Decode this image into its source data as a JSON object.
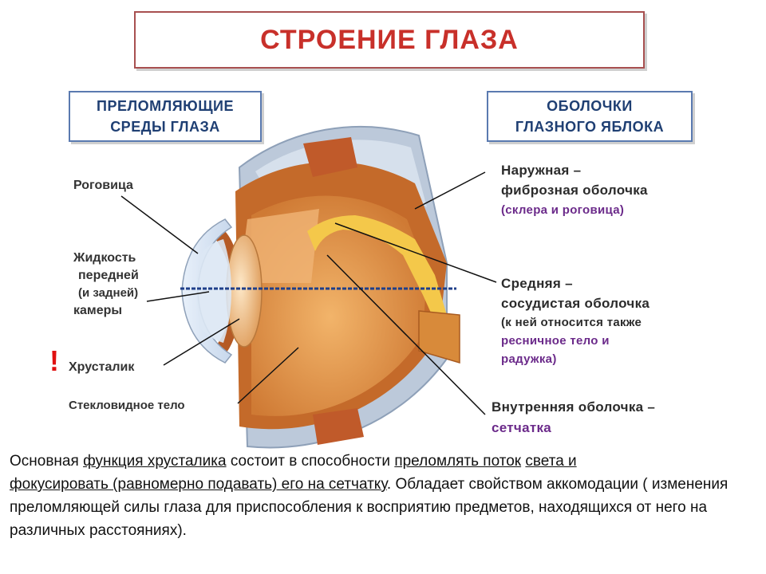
{
  "title": "СТРОЕНИЕ ГЛАЗА",
  "left_box": {
    "line1": "ПРЕЛОМЛЯЮЩИЕ",
    "line2": "СРЕДЫ ГЛАЗА"
  },
  "right_box": {
    "line1": "ОБОЛОЧКИ",
    "line2": "ГЛАЗНОГО ЯБЛОКА"
  },
  "left_labels": {
    "cornea": "Роговица",
    "fluid_1": "Жидкость",
    "fluid_2": "передней",
    "fluid_3": "(и задней)",
    "fluid_4": "камеры",
    "lens": "Хрусталик",
    "vitreous": "Стекловидное тело"
  },
  "right_labels": {
    "outer_1": "Наружная –",
    "outer_2": "фиброзная оболочка",
    "outer_3": "(склера и роговица)",
    "middle_1": "Средняя –",
    "middle_2": "сосудистая оболочка",
    "middle_3": "(к ней относится также",
    "middle_4": "ресничное тело и",
    "middle_5": "радужка)",
    "inner_1": "Внутренняя оболочка –",
    "inner_2": "сетчатка"
  },
  "warning_mark": "!",
  "description": {
    "p1": "Основная ",
    "p2": "функция хрусталика",
    "p3": " состоит в способности ",
    "p4": "преломлять поток",
    "p5": " ",
    "p6": "света и",
    "p7": "фокусировать (равномерно подавать) его на сетчатку",
    "p8": ". Обладает свойством аккомодации ( изменения преломляющей силы глаза для приспособления к восприятию предметов, находящихся от него на различных расстояниях)."
  },
  "colors": {
    "title": "#c8302a",
    "box_text": "#1f3f73",
    "sclera": "#b8c6d8",
    "choroid": "#c8702e",
    "vitreous": "#e09a50",
    "warning": "#e01010",
    "purple": "#6b2a8a"
  }
}
